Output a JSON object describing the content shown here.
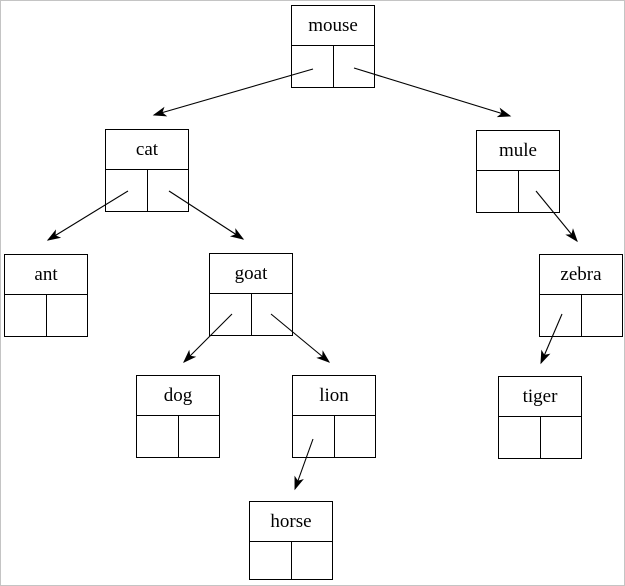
{
  "diagram": {
    "type": "binary-tree-of-linked-nodes",
    "colors": {
      "background": "#ffffff",
      "frame_border": "#c4c4c4",
      "node_border": "#000000",
      "edge_line": "#000000",
      "text": "#000000"
    },
    "nodes": {
      "mouse": {
        "label": "mouse"
      },
      "cat": {
        "label": "cat"
      },
      "mule": {
        "label": "mule"
      },
      "ant": {
        "label": "ant"
      },
      "goat": {
        "label": "goat"
      },
      "zebra": {
        "label": "zebra"
      },
      "dog": {
        "label": "dog"
      },
      "lion": {
        "label": "lion"
      },
      "tiger": {
        "label": "tiger"
      },
      "horse": {
        "label": "horse"
      }
    },
    "edges": [
      {
        "from": "mouse",
        "pointer": "left",
        "to": "cat"
      },
      {
        "from": "mouse",
        "pointer": "right",
        "to": "mule"
      },
      {
        "from": "cat",
        "pointer": "left",
        "to": "ant"
      },
      {
        "from": "cat",
        "pointer": "right",
        "to": "goat"
      },
      {
        "from": "goat",
        "pointer": "left",
        "to": "dog"
      },
      {
        "from": "goat",
        "pointer": "right",
        "to": "lion"
      },
      {
        "from": "lion",
        "pointer": "left",
        "to": "horse"
      },
      {
        "from": "mule",
        "pointer": "right",
        "to": "zebra"
      },
      {
        "from": "zebra",
        "pointer": "left",
        "to": "tiger"
      }
    ]
  }
}
